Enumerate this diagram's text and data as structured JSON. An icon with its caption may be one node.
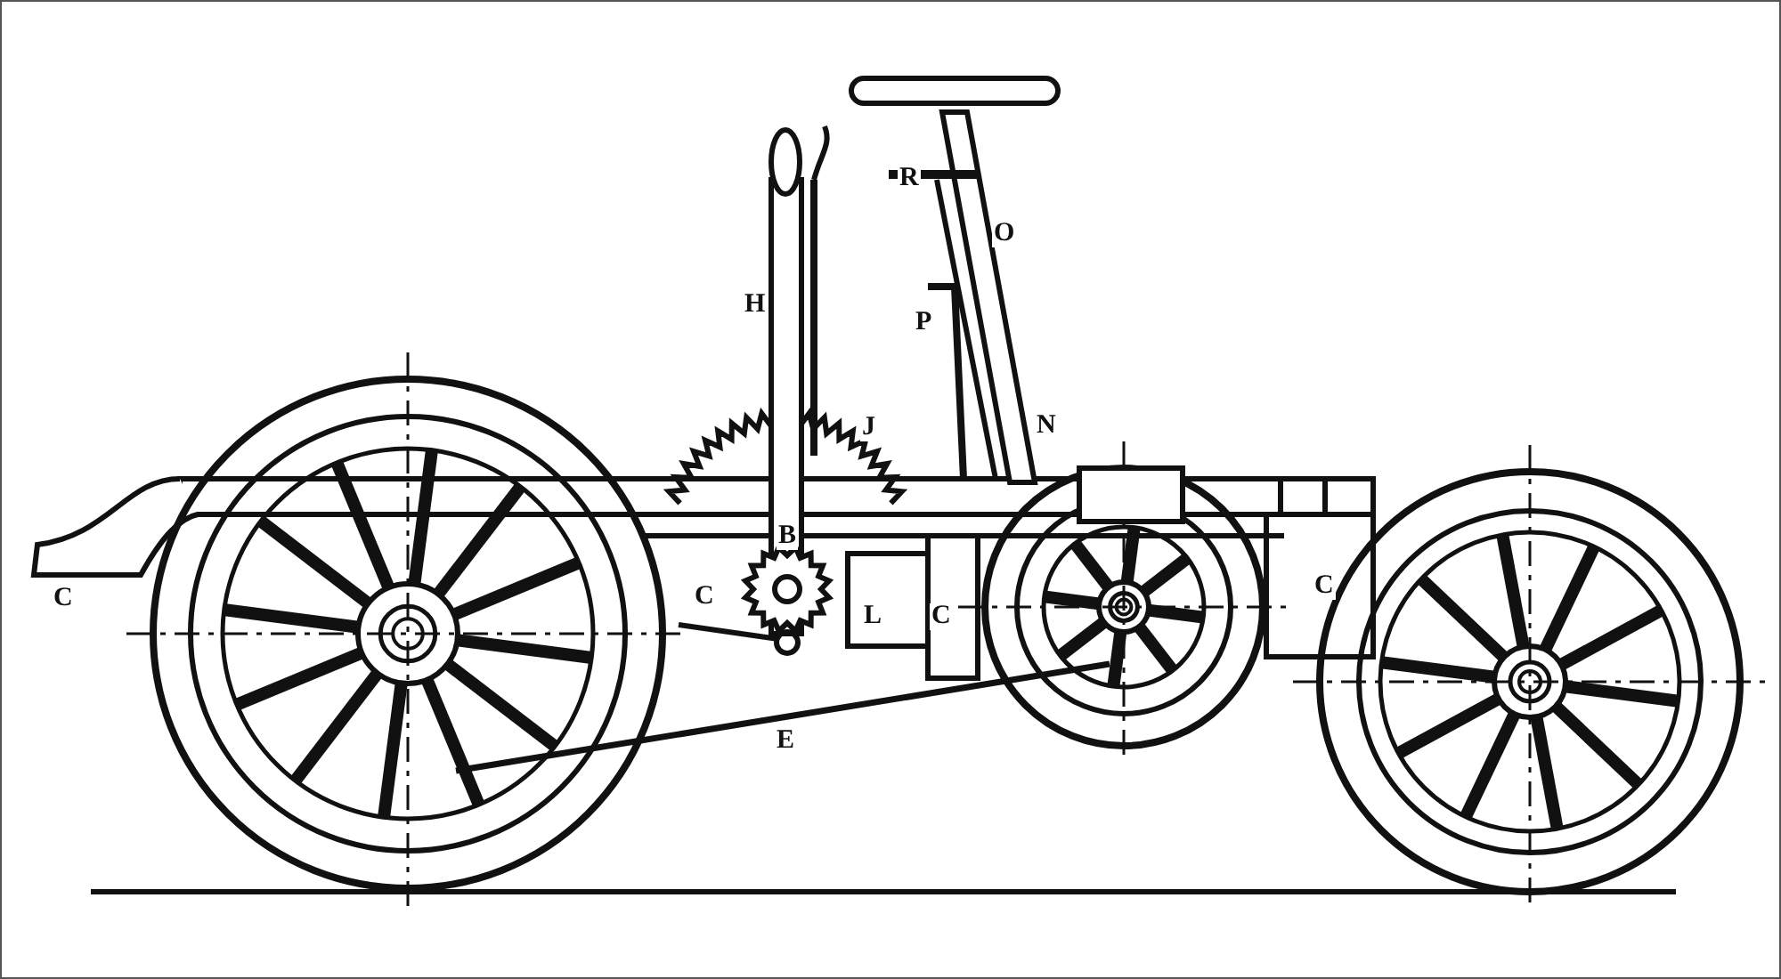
{
  "diagram": {
    "labels": [
      "R",
      "O",
      "H",
      "P",
      "N",
      "J",
      "B",
      "C",
      "C",
      "C",
      "L",
      "C",
      "E"
    ]
  }
}
